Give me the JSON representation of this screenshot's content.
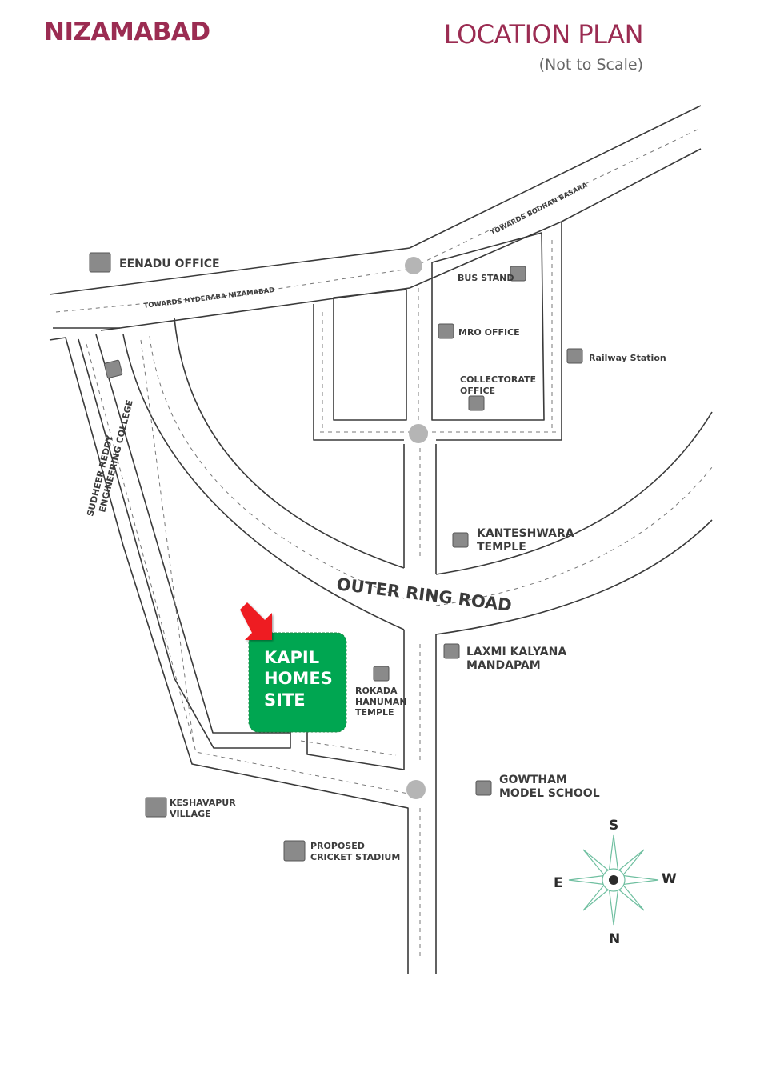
{
  "header": {
    "city": "NIZAMABAD",
    "title": "LOCATION PLAN",
    "subtitle": "(Not to Scale)"
  },
  "roads": {
    "top_left": "TOWARDS HYDERABA NIZAMABAD",
    "top_right": "TOWARDS BODHAN  BASARA",
    "ring": "OUTER RING ROAD",
    "left_college": [
      "SUDHEER REDDY",
      "ENGINEERING COLLEGE"
    ]
  },
  "landmarks": {
    "eenadu": "EENADU OFFICE",
    "bus_stand": "BUS STAND",
    "mro": "MRO OFFICE",
    "collectorate": [
      "COLLECTORATE",
      "OFFICE"
    ],
    "railway": "Railway Station",
    "kanteshwara": [
      "KANTESHWARA",
      "TEMPLE"
    ],
    "laxmi": [
      "LAXMI KALYANA",
      "MANDAPAM"
    ],
    "rokada": [
      "ROKADA",
      "HANUMAN",
      "TEMPLE"
    ],
    "gowtham": [
      "GOWTHAM",
      "MODEL SCHOOL"
    ],
    "keshavapur": [
      "KESHAVAPUR",
      "VILLAGE"
    ],
    "stadium": [
      "PROPOSED",
      "CRICKET STADIUM"
    ]
  },
  "site": [
    "KAPIL",
    "HOMES",
    "SITE"
  ],
  "compass": {
    "top": "S",
    "bottom": "N",
    "left": "E",
    "right": "W"
  },
  "colors": {
    "brand": "#9b2c52",
    "site": "#00a651",
    "arrow": "#ee1c24",
    "road_line": "#3a3a3a",
    "marker": "#8a8a8a",
    "compass": "#6fbfa0"
  }
}
